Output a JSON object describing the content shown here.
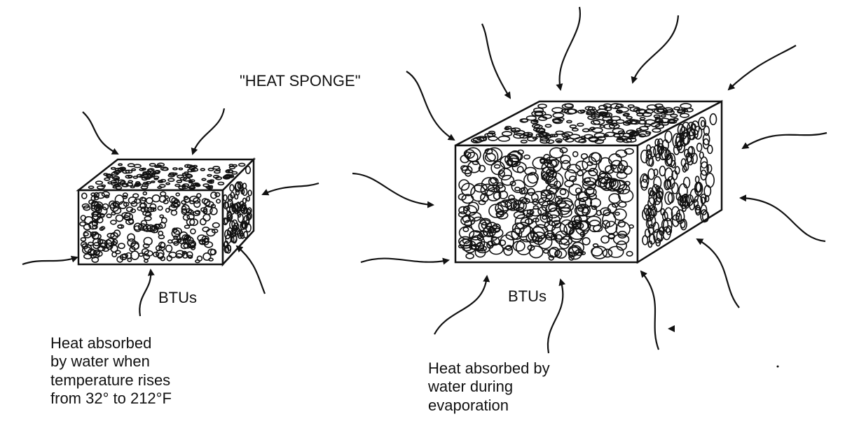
{
  "diagram": {
    "title": "\"HEAT SPONGE\"",
    "left_block": {
      "units_label": "BTUs",
      "caption_lines": [
        "Heat absorbed",
        "by water when",
        "temperature rises",
        "from 32° to 212°F"
      ],
      "arrow_count": 6
    },
    "right_block": {
      "units_label": "BTUs",
      "caption_lines": [
        "Heat absorbed by",
        "water during",
        "evaporation"
      ],
      "arrow_count": 14
    },
    "colors": {
      "ink": "#111111",
      "background": "#ffffff"
    }
  }
}
